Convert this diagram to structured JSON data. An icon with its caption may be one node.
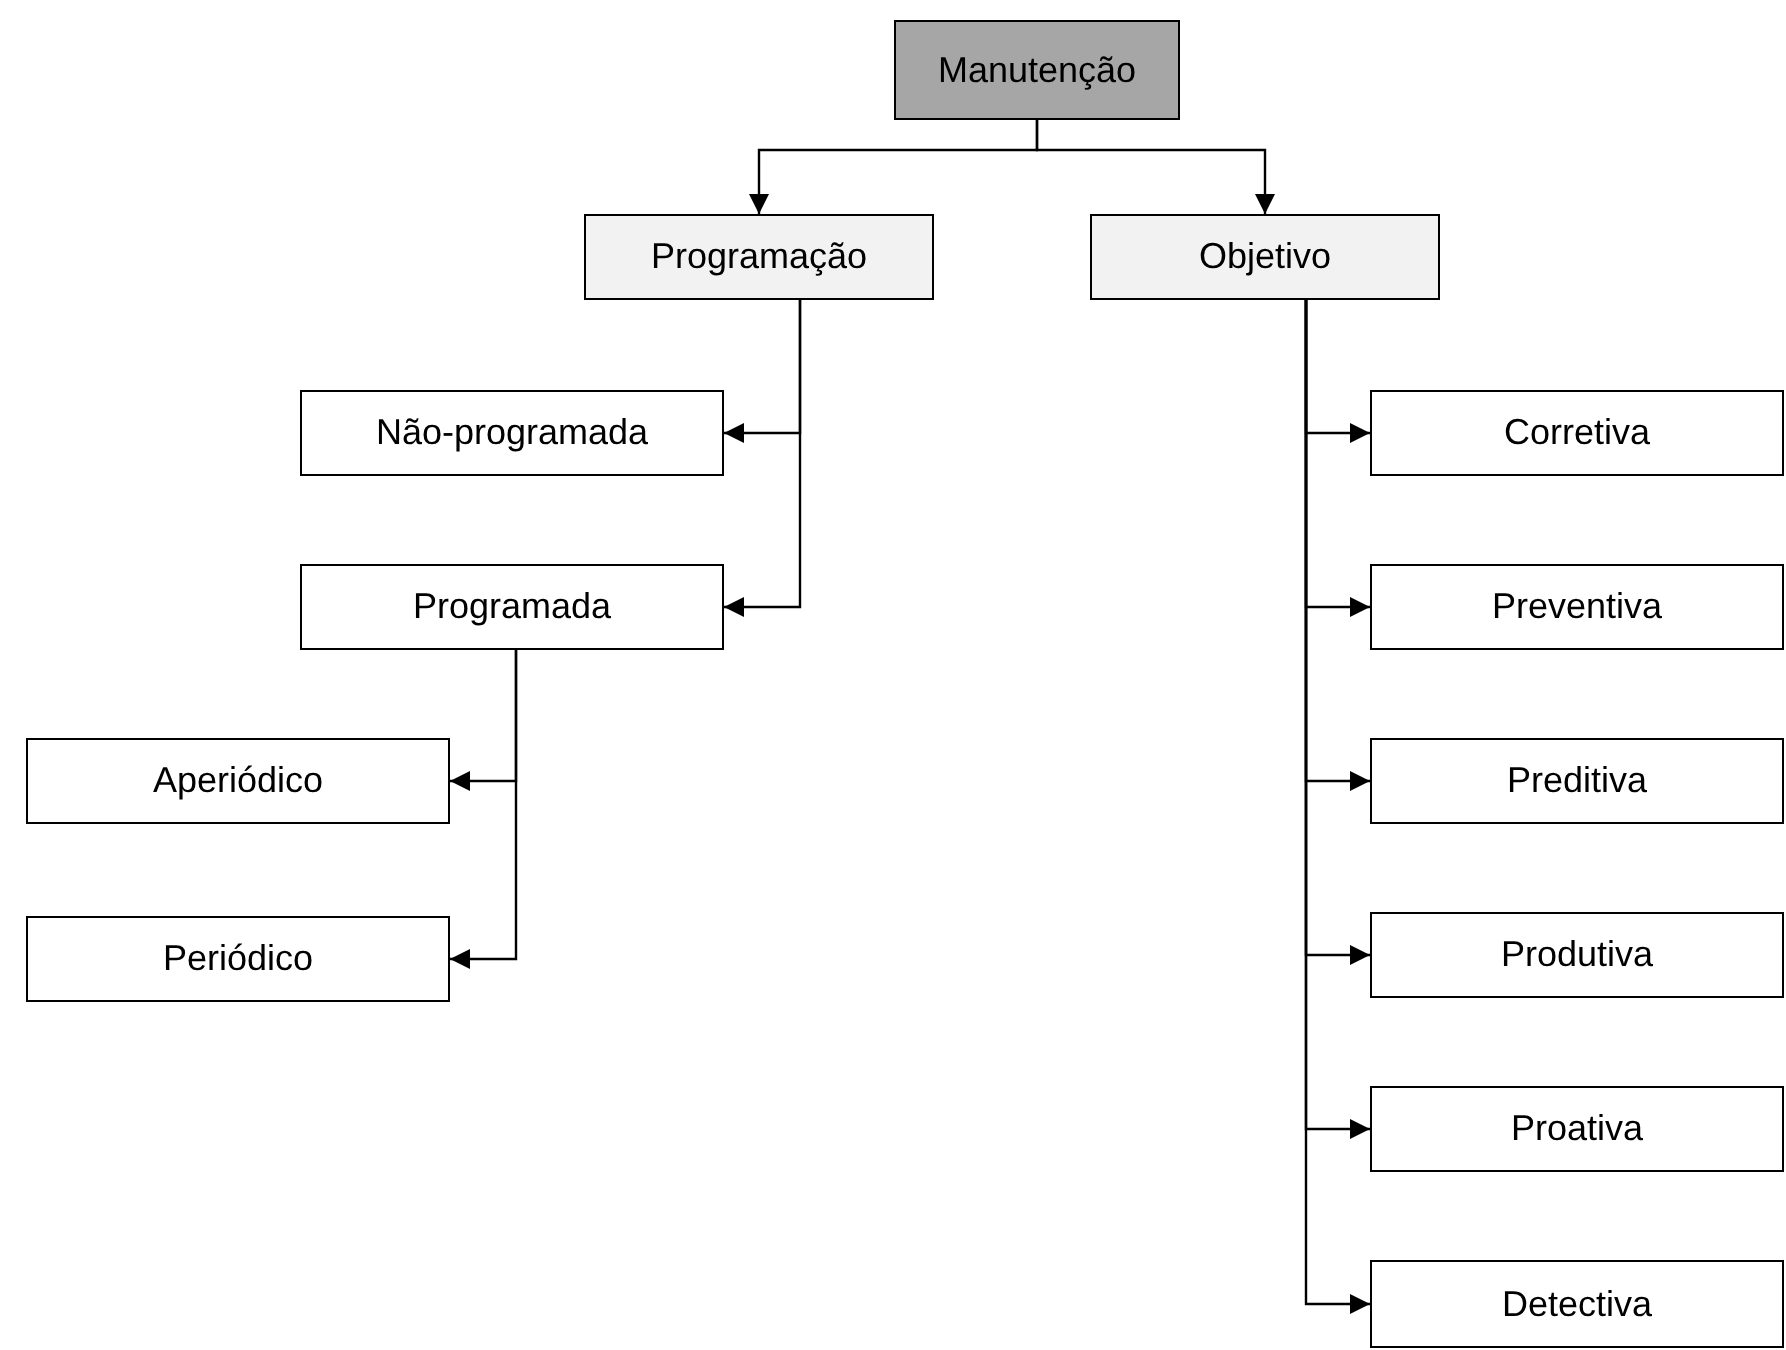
{
  "diagram": {
    "nodes": [
      {
        "text": [
          "Manutenção"
        ]
      },
      {
        "text": [
          "Programação"
        ]
      },
      {
        "text": [
          "Objetivo"
        ]
      },
      {
        "text": [
          "Não-programada"
        ]
      },
      {
        "text": [
          "Programada"
        ]
      },
      {
        "text": [
          "Aperiódico"
        ]
      },
      {
        "text": [
          "Periódico"
        ]
      },
      {
        "text": [
          "Corretiva"
        ]
      },
      {
        "text": [
          "Preventiva"
        ]
      },
      {
        "text": [
          "Preditiva"
        ]
      },
      {
        "text": [
          "Produtiva"
        ]
      },
      {
        "text": [
          "Proativa"
        ]
      },
      {
        "text": [
          "Detectiva"
        ]
      }
    ],
    "edges": [
      {
        "from": 0,
        "to": 1,
        "arrow": "to"
      },
      {
        "from": 0,
        "to": 2,
        "arrow": "to"
      },
      {
        "from": 1,
        "to": 3,
        "arrow": "to"
      },
      {
        "from": 1,
        "to": 4,
        "arrow": "to"
      },
      {
        "from": 4,
        "to": 5,
        "arrow": "to"
      },
      {
        "from": 4,
        "to": 6,
        "arrow": "to"
      },
      {
        "from": 2,
        "to": 7,
        "arrow": "to"
      },
      {
        "from": 2,
        "to": 8,
        "arrow": "to"
      },
      {
        "from": 2,
        "to": 9,
        "arrow": "to"
      },
      {
        "from": 2,
        "to": 10,
        "arrow": "to"
      },
      {
        "from": 2,
        "to": 11,
        "arrow": "to"
      },
      {
        "from": 2,
        "to": 12,
        "arrow": "to"
      }
    ]
  }
}
